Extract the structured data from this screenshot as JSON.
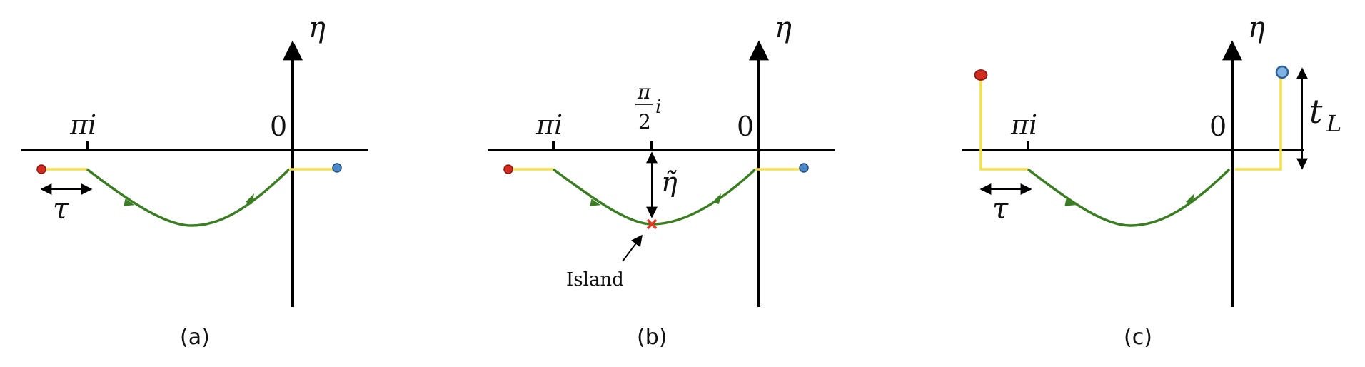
{
  "panels": [
    {
      "caption": "(a)",
      "y_axis_label": "η",
      "tick_pi_label": "πi",
      "tick_zero_label": "0",
      "tau_label": "τ"
    },
    {
      "caption": "(b)",
      "y_axis_label": "η",
      "tick_pi_label": "πi",
      "tick_half_pi_numerator": "π",
      "tick_half_pi_denominator": "2",
      "tick_half_pi_suffix": "i",
      "tick_zero_label": "0",
      "eta_tilde_label": "η̃",
      "island_label": "Island"
    },
    {
      "caption": "(c)",
      "y_axis_label": "η",
      "tick_pi_label": "πi",
      "tick_zero_label": "0",
      "tau_label": "τ",
      "tL_label": "t",
      "tL_subscript": "L"
    }
  ],
  "colors": {
    "contour_green": "#3a7d22",
    "endpoint_segment_yellow": "#f2e04a",
    "left_point_red": "#d42a20",
    "right_point_blue": "#4a86c5",
    "island_marker_red": "#e03a24"
  }
}
